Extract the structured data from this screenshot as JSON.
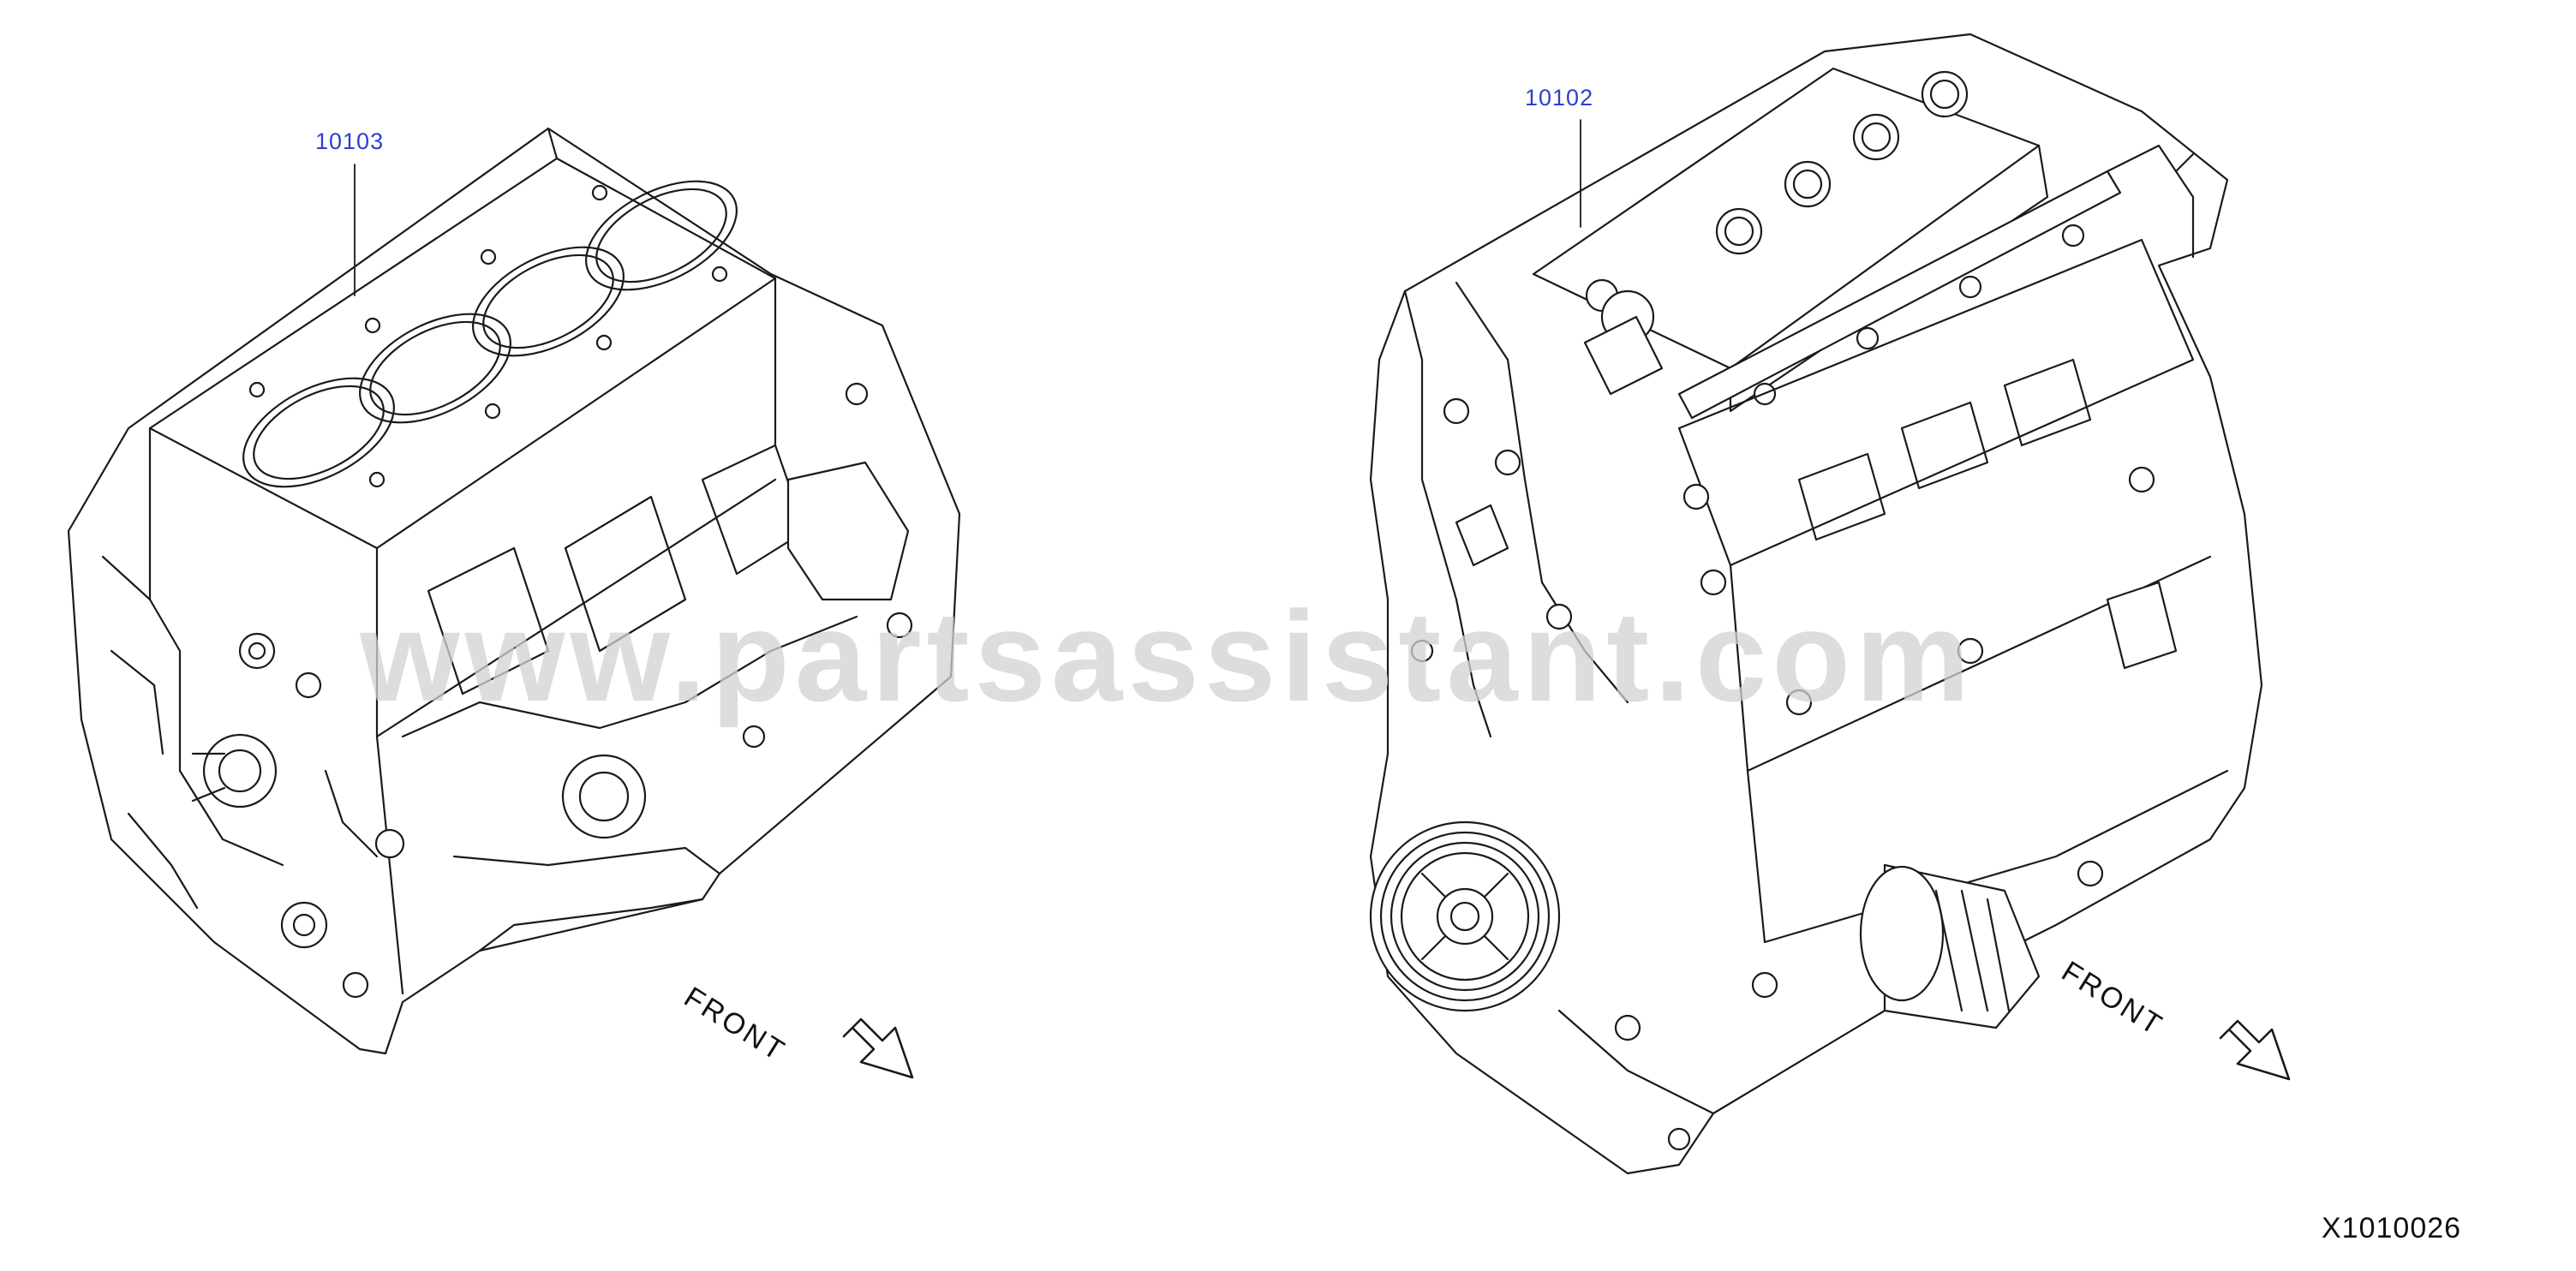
{
  "diagram": {
    "part_numbers": {
      "block": "10103",
      "engine": "10102"
    },
    "front_label": "FRONT",
    "diagram_id": "X1010026",
    "watermark": "www.partsassistant.com",
    "colors": {
      "part_label": "#2d3fd0",
      "line": "#1a1a1a",
      "watermark": "#d2d2d2"
    }
  }
}
